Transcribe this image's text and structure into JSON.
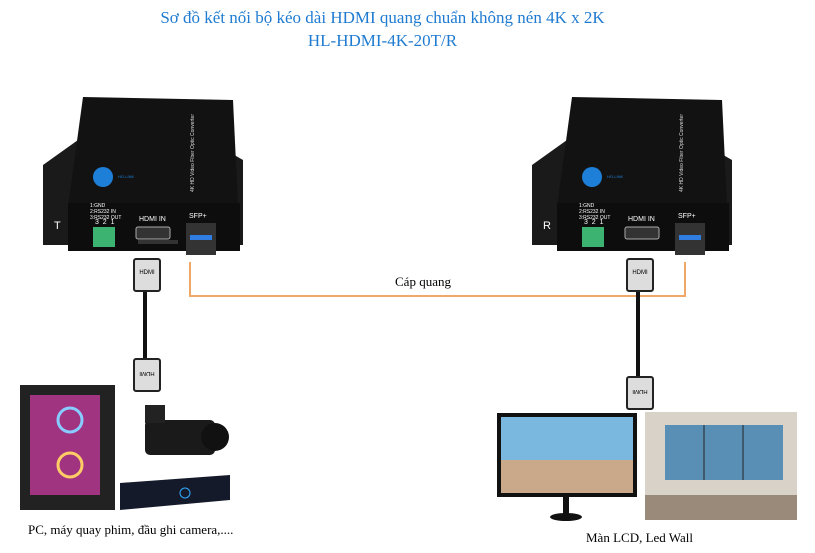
{
  "title": {
    "line1": "Sơ đồ kết nối bộ kéo dài HDMI quang chuẩn không nén 4K x 2K",
    "line2": "HL-HDMI-4K-20T/R"
  },
  "transmitter": {
    "side_label": "T",
    "pins": "1:GND\n2:RS232 IN\n3:RS232 OUT",
    "pin_numbers": "3  2  1",
    "hdmi_port": "HDMI IN",
    "sfp_port": "SFP+",
    "brand": "HO-LINK",
    "top_text": "4K HD Video Fiber Optic Converter"
  },
  "receiver": {
    "side_label": "R",
    "pins": "1:GND\n2:RS232 IN\n3:RS232 OUT",
    "pin_numbers": "3  2  1",
    "hdmi_port": "HDMI IN",
    "sfp_port": "SFP+",
    "brand": "HO-LINK",
    "top_text": "4K HD Video Fiber Optic Converter"
  },
  "fiber_label": "Cáp quang",
  "hdmi_plug_label": "HDMI",
  "source_caption": "PC, máy quay phim,  đầu ghi camera,....",
  "display_caption": "Màn LCD,  Led Wall",
  "colors": {
    "title": "#1f7bd1",
    "fiber": "#f0a060",
    "device": "#111111"
  }
}
